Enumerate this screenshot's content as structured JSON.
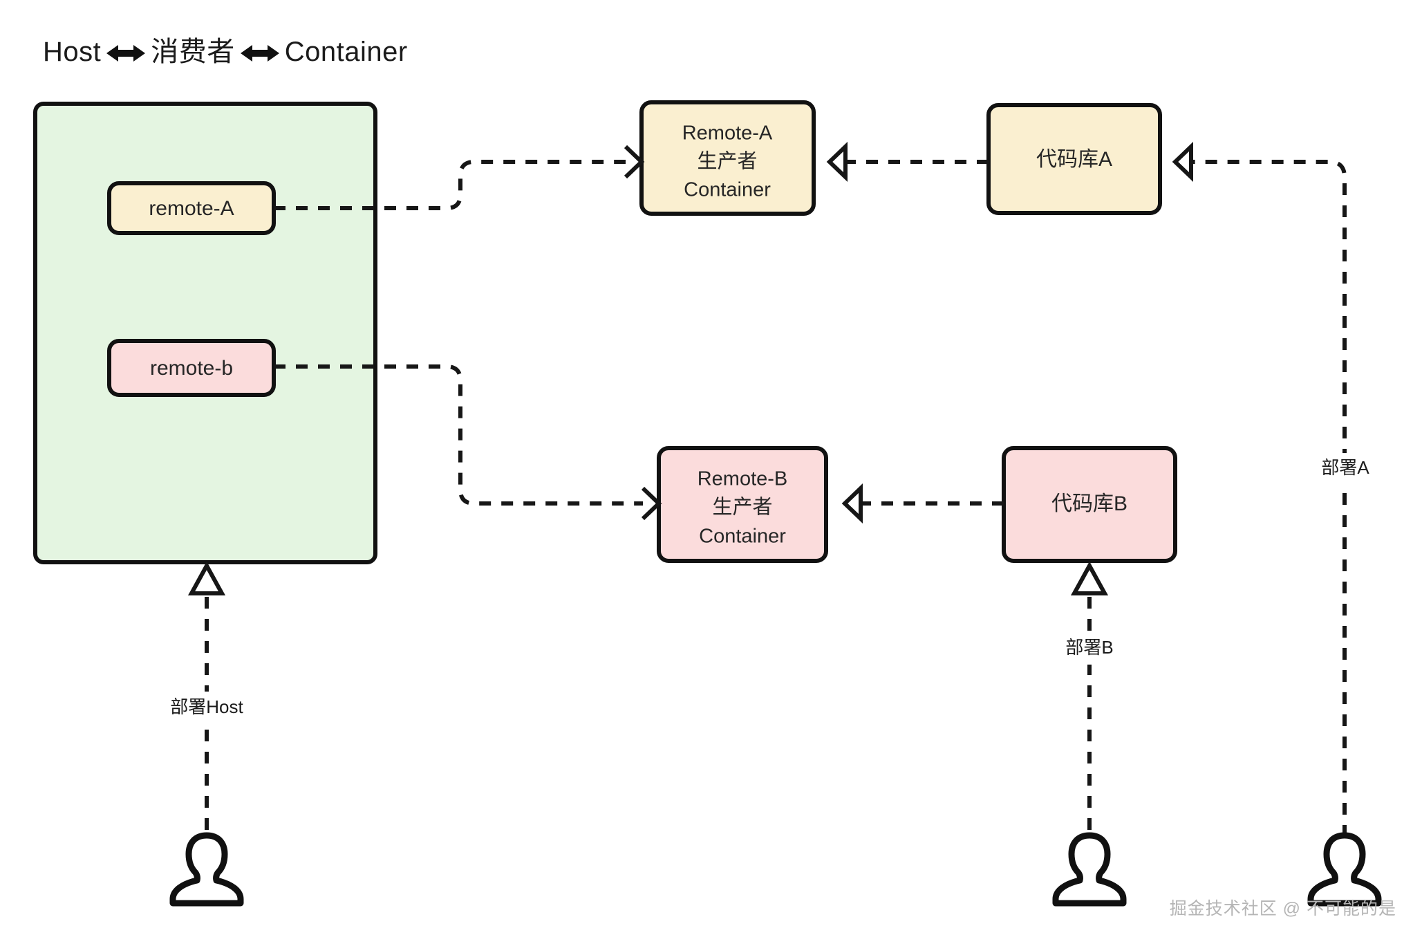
{
  "title": "Host ⟷ 消费者 ⟷ Container",
  "title_parts": {
    "left": "Host",
    "middle": "消费者",
    "right": "Container",
    "arrow_icon": "double-arrow-icon"
  },
  "colors": {
    "green_fill": "#E4F5E1",
    "cream_fill": "#FAEFD0",
    "pink_fill": "#FBDCDC",
    "stroke": "#111111",
    "text": "#262626",
    "watermark": "#b5b5b5",
    "background": "#ffffff"
  },
  "nodes": {
    "host_container": {
      "label": "",
      "fill": "#E4F5E1",
      "shape": "rounded-rect"
    },
    "remote_a_chip": {
      "label": "remote-A",
      "fill": "#FAEFD0"
    },
    "remote_b_chip": {
      "label": "remote-b",
      "fill": "#FBDCDC"
    },
    "remote_a_producer": {
      "line1": "Remote-A",
      "line2": "生产者",
      "line3": "Container",
      "fill": "#FAEFD0"
    },
    "remote_b_producer": {
      "line1": "Remote-B",
      "line2": "生产者",
      "line3": "Container",
      "fill": "#FBDCDC"
    },
    "repo_a": {
      "label": "代码库A",
      "fill": "#FAEFD0"
    },
    "repo_b": {
      "label": "代码库B",
      "fill": "#FBDCDC"
    }
  },
  "edge_labels": {
    "deploy_host": "部署Host",
    "deploy_a": "部署A",
    "deploy_b": "部署B"
  },
  "actors": {
    "host_deployer": "person-icon",
    "repo_b_deployer": "person-icon",
    "repo_a_deployer": "person-icon"
  },
  "watermark": "掘金技术社区 @ 不可能的是"
}
